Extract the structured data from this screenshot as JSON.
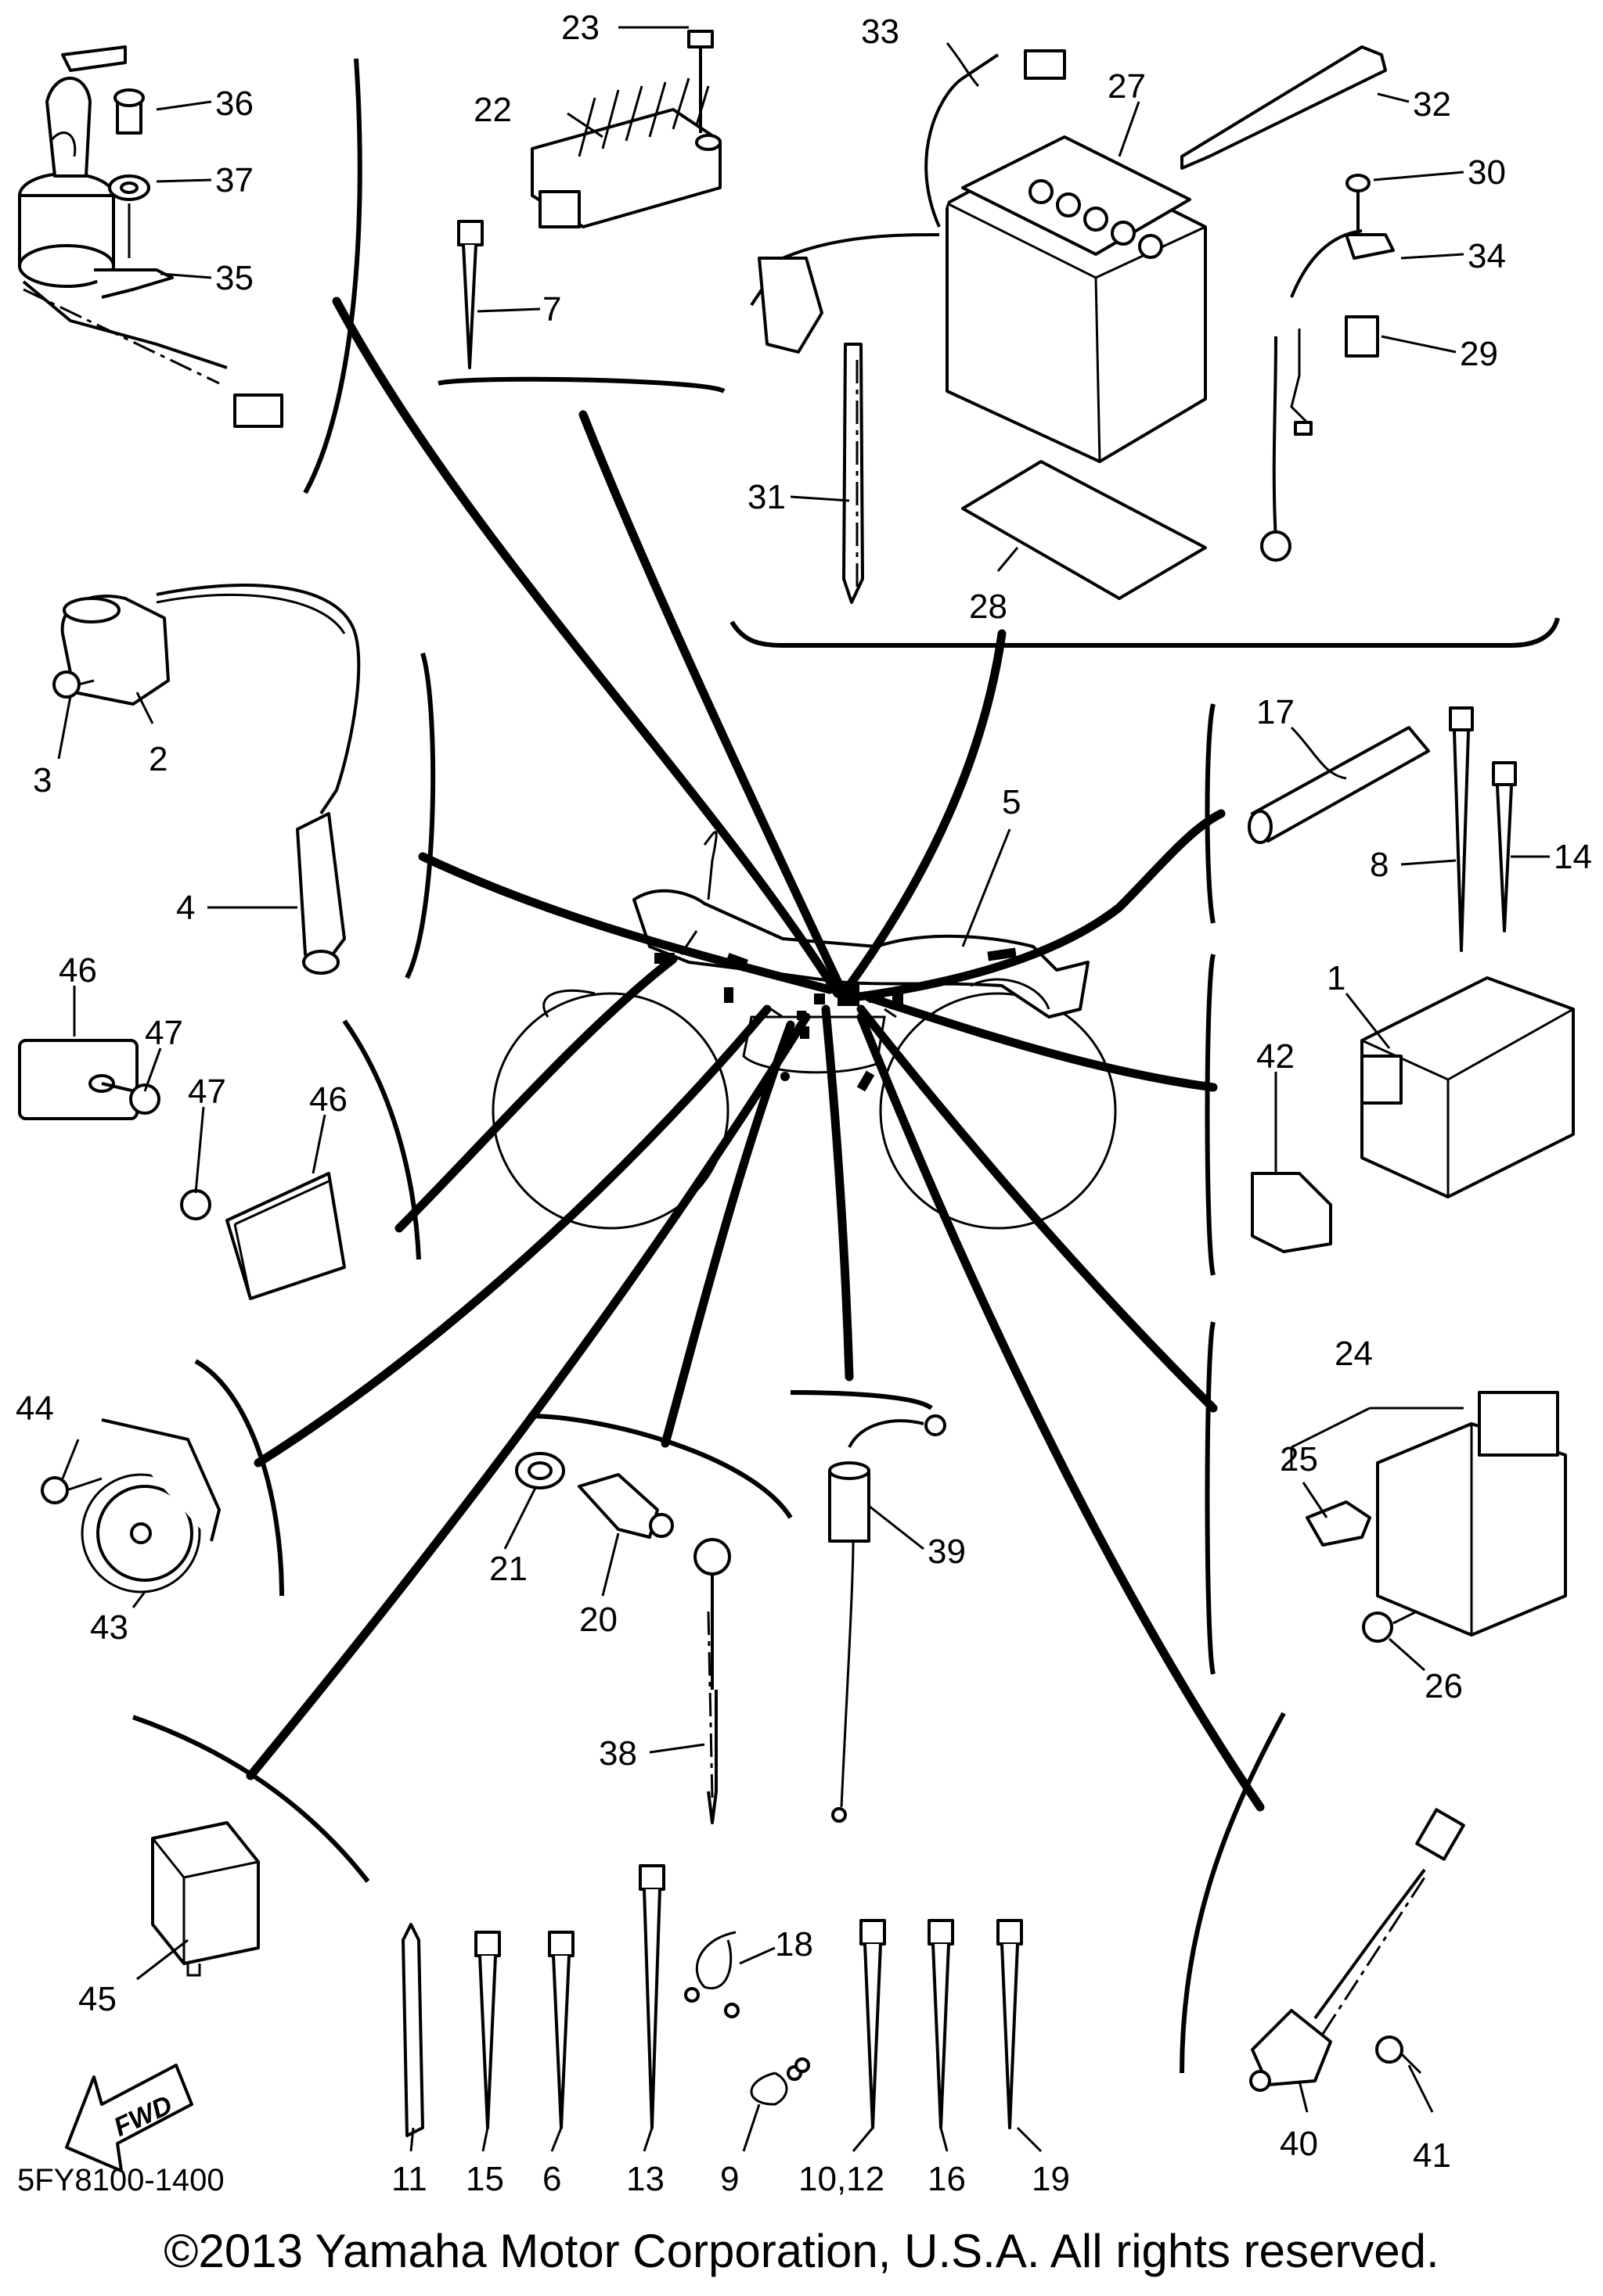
{
  "diagram": {
    "code": "5FY8100-1400",
    "copyright": "©2013 Yamaha Motor Corporation, U.S.A. All rights reserved.",
    "fwd_label": "FWD",
    "callouts": {
      "c1": "1",
      "c2": "2",
      "c3": "3",
      "c4": "4",
      "c5": "5",
      "c6": "6",
      "c7": "7",
      "c8": "8",
      "c9": "9",
      "c10_12": "10,12",
      "c11": "11",
      "c13": "13",
      "c14": "14",
      "c15": "15",
      "c16": "16",
      "c17": "17",
      "c18": "18",
      "c19": "19",
      "c20": "20",
      "c21": "21",
      "c22": "22",
      "c23": "23",
      "c24": "24",
      "c25": "25",
      "c26": "26",
      "c27": "27",
      "c28": "28",
      "c29": "29",
      "c30": "30",
      "c31": "31",
      "c32": "32",
      "c33": "33",
      "c34": "34",
      "c35": "35",
      "c36": "36",
      "c37": "37",
      "c38": "38",
      "c39": "39",
      "c40": "40",
      "c41": "41",
      "c42": "42",
      "c43": "43",
      "c44": "44",
      "c45": "45",
      "c46a": "46",
      "c46b": "46",
      "c47a": "47",
      "c47b": "47"
    }
  }
}
